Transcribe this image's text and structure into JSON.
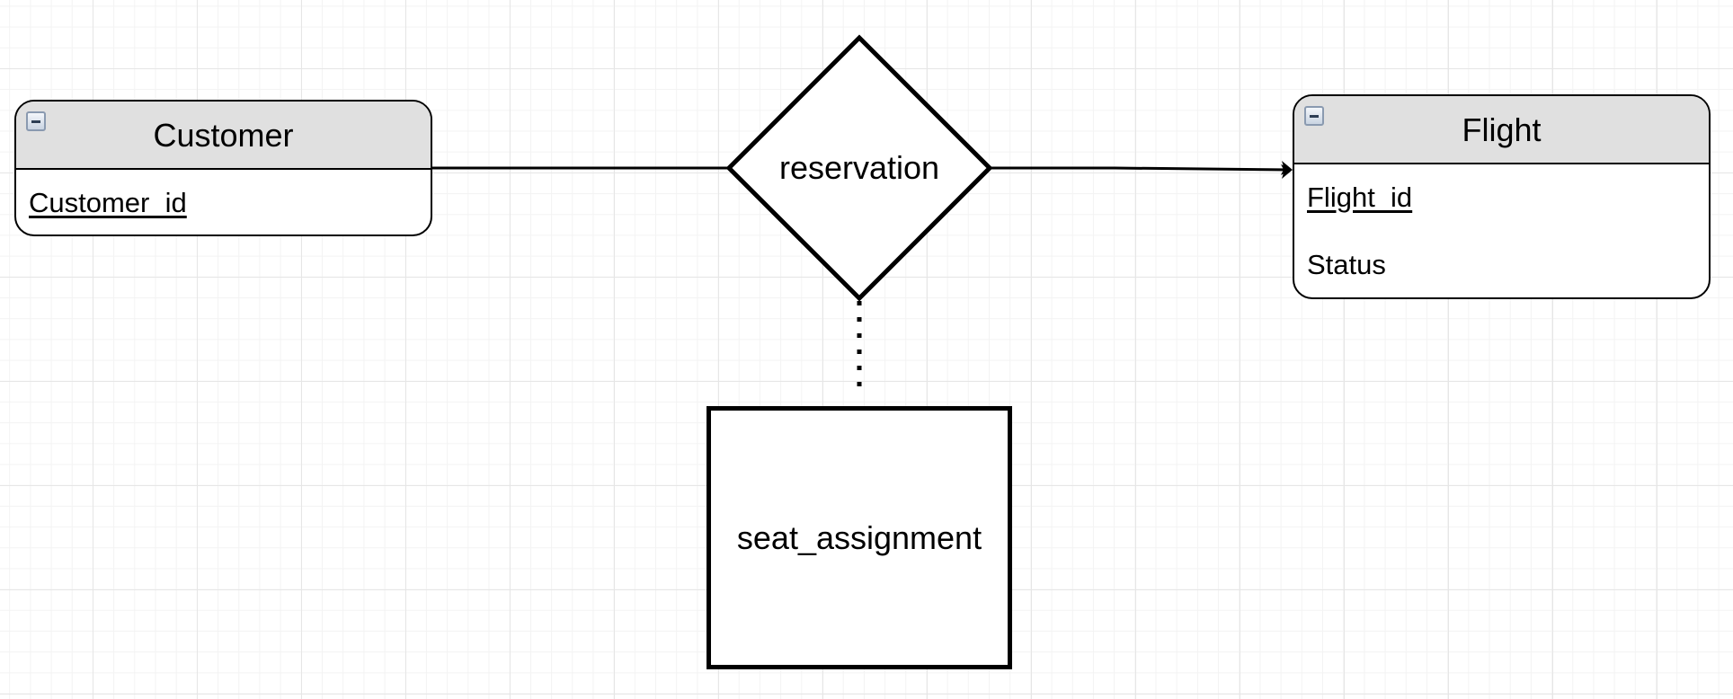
{
  "diagram": {
    "entities": [
      {
        "name": "Customer",
        "attributes": [
          {
            "label": "Customer_id",
            "key": true
          }
        ]
      },
      {
        "name": "Flight",
        "attributes": [
          {
            "label": "Flight_id",
            "key": true
          },
          {
            "label": "Status",
            "key": false
          }
        ]
      }
    ],
    "relationship": {
      "label": "reservation"
    },
    "associated_entity": {
      "label": "seat_assignment"
    },
    "icons": {
      "entity_collapse": "collapse-minus-icon"
    },
    "colors": {
      "header_fill": "#e0e0e0",
      "stroke": "#000000",
      "grid_line": "#e6e6e6"
    }
  }
}
